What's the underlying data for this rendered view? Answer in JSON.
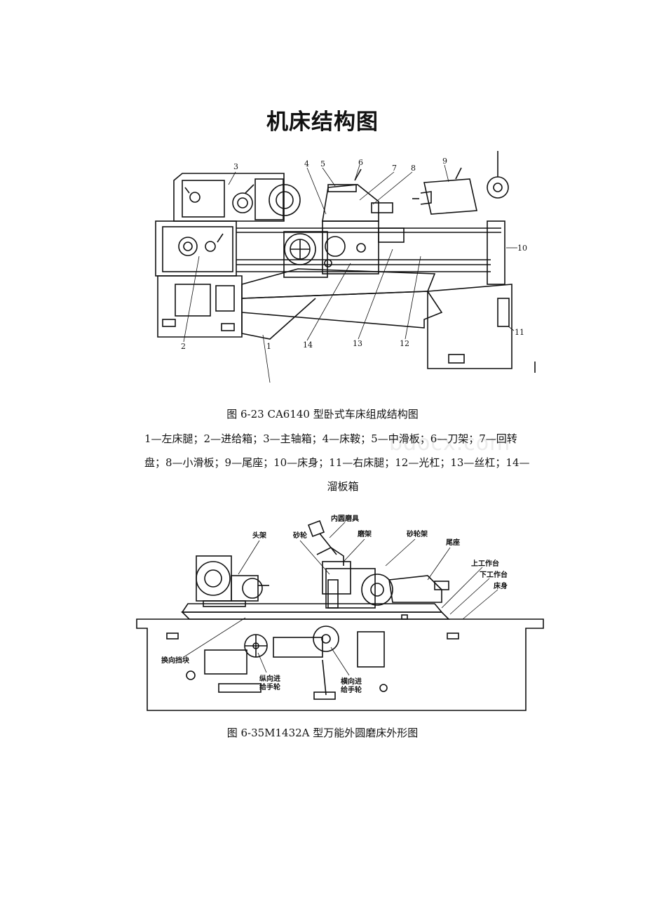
{
  "page": {
    "title": "机床结构图"
  },
  "figure1": {
    "callouts": [
      "1",
      "2",
      "3",
      "4",
      "5",
      "6",
      "7",
      "8",
      "9",
      "10",
      "11",
      "12",
      "13",
      "14"
    ],
    "caption": "图 6-23 CA6140 型卧式车床组成结构图",
    "legend_lines": [
      "1—左床腿；2—进给箱；3—主轴箱；4—床鞍；5—中滑板；6—刀架；7—回转",
      "盘；8—小滑板；9—尾座；10—床身；11—右床腿；12—光杠；13—丝杠；14—",
      "溜板箱"
    ],
    "watermark": "bdocx.com"
  },
  "figure2": {
    "labels": {
      "head_frame": "头架",
      "grinding_wheel": "砂轮",
      "internal_grinder": "内圆磨具",
      "grinding_frame": "磨架",
      "wheel_frame": "砂轮架",
      "tailstock": "尾座",
      "upper_table": "上工作台",
      "lower_table": "下工作台",
      "bed": "床身",
      "reversing_block": "换向挡块",
      "longitudinal_handwheel_1": "纵向进",
      "longitudinal_handwheel_2": "给手轮",
      "cross_handwheel_1": "横向进",
      "cross_handwheel_2": "给手轮"
    },
    "caption": "图 6-35M1432A 型万能外圆磨床外形图"
  }
}
